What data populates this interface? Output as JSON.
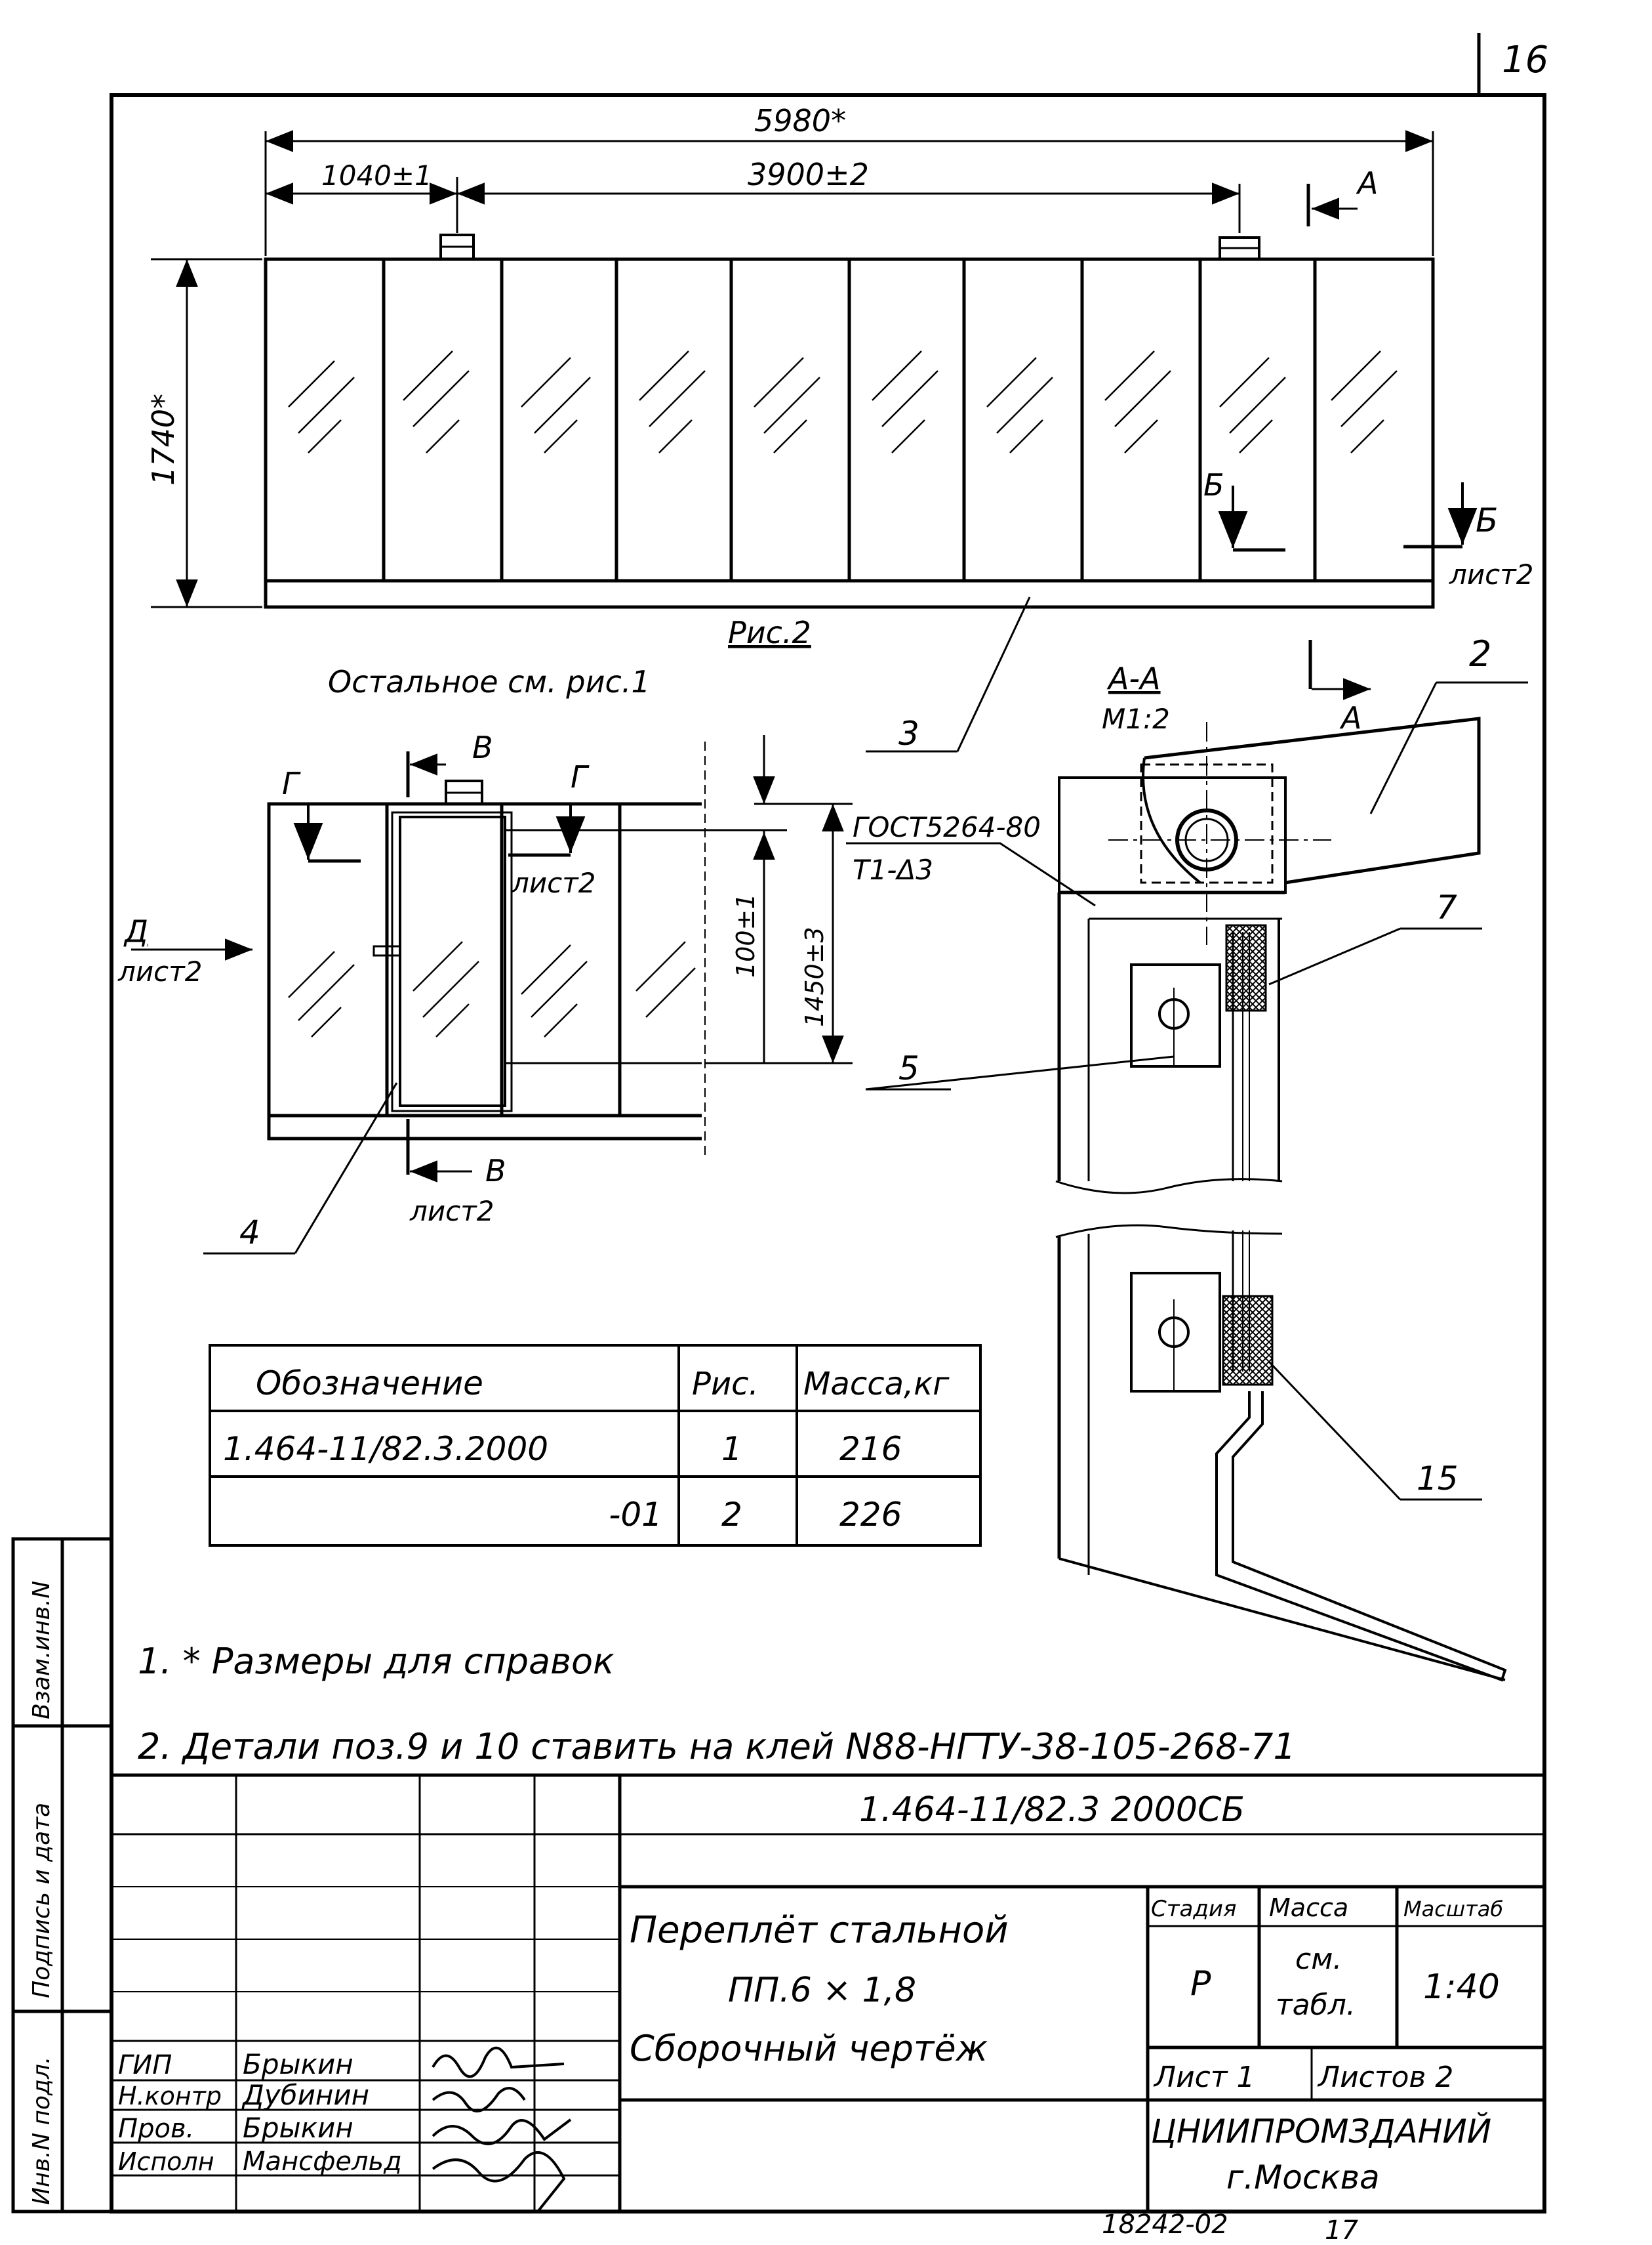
{
  "sheet": {
    "page_number": "16",
    "footer_code": "18242-02",
    "footer_page": "17"
  },
  "fig2": {
    "dim_total": "5980*",
    "dim_left": "1040±1",
    "dim_span": "3900±2",
    "dim_height": "1740*",
    "section_a": "А",
    "section_b": "Б",
    "section_b_sheet": "лист2",
    "caption": "Рис.2",
    "subcaption": "Остальное см. рис.1",
    "callout_3": "3"
  },
  "door_view": {
    "mark_v_top": "В",
    "mark_v_bottom": "В",
    "mark_v_sheet": "лист2",
    "mark_g_left": "Г",
    "mark_g_right": "Г",
    "mark_g_sheet": "лист2",
    "mark_d": "Д",
    "mark_d_sheet": "лист2",
    "dim_100": "100±1",
    "dim_1450": "1450±3",
    "callout_4": "4"
  },
  "section_aa": {
    "title": "А-А",
    "scale": "М1:2",
    "mark_a": "А",
    "weld_std": "ГОСТ5264-80",
    "weld_type": "Т1-Δ3",
    "callout_2": "2",
    "callout_7": "7",
    "callout_5": "5",
    "callout_15": "15"
  },
  "mass_table": {
    "headers": [
      "Обозначение",
      "Рис.",
      "Масса,кг"
    ],
    "rows": [
      [
        "1.464-11/82.3.2000",
        "1",
        "216"
      ],
      [
        "-01",
        "2",
        "226"
      ]
    ]
  },
  "notes": [
    "1. * Размеры для справок",
    "2. Детали поз.9 и 10 ставить на клей N88-НГТУ-38-105-268-71"
  ],
  "title_block": {
    "doc_code": "1.464-11/82.3 2000СБ",
    "name_line1": "Переплёт стальной",
    "name_line2": "ПП.6 × 1,8",
    "name_line3": "Сборочный чертёж",
    "stage_header": "Стадия",
    "mass_header": "Масса",
    "scale_header": "Масштаб",
    "stage_value": "Р",
    "mass_value_1": "см.",
    "mass_value_2": "табл.",
    "scale_value": "1:40",
    "sheet_label": "Лист 1",
    "sheets_label": "Листов 2",
    "org_line1": "ЦНИИПРОМЗДАНИЙ",
    "org_line2": "г.Москва",
    "signers": [
      {
        "role": "ГИП",
        "name": "Брыкин"
      },
      {
        "role": "Н.контр",
        "name": "Дубинин"
      },
      {
        "role": "Пров.",
        "name": "Брыкин"
      },
      {
        "role": "Исполн",
        "name": "Мансфельд"
      }
    ]
  },
  "side_stamp": {
    "inv_orig": "Инв.N подл.",
    "sign_date": "Подпись и дата",
    "inv_dup": "Взам.инв.N"
  }
}
